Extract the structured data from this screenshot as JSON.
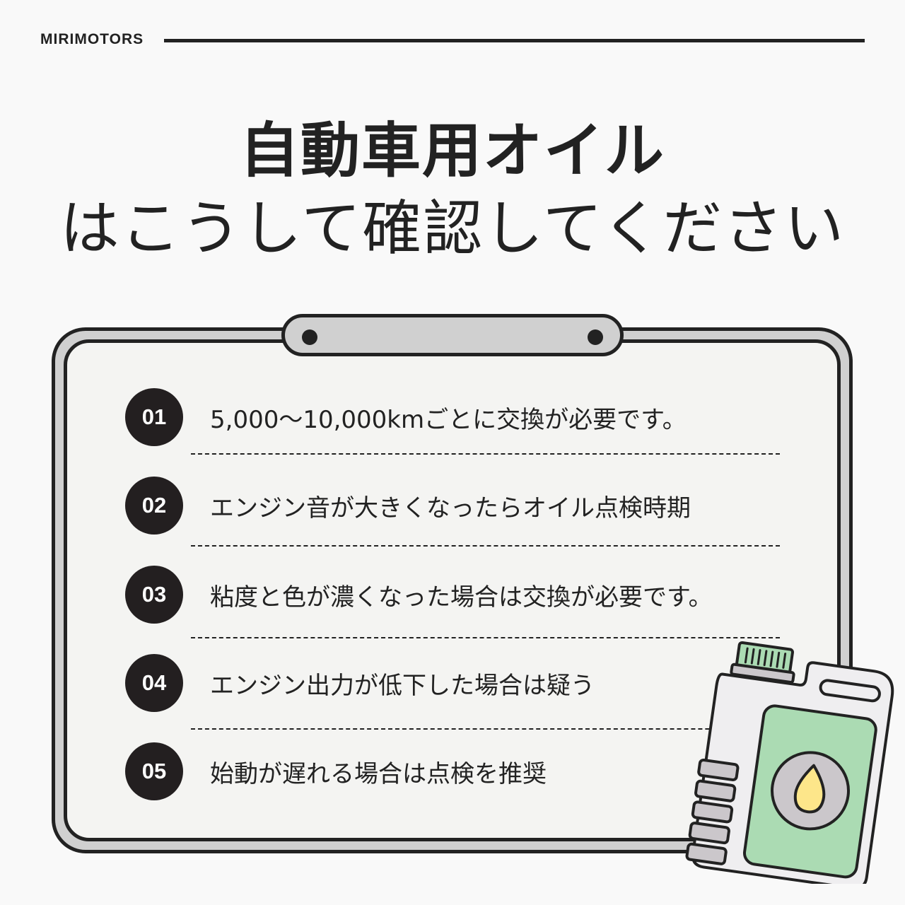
{
  "header": {
    "brand": "MIRIMOTORS"
  },
  "title": {
    "line1": "自動車用オイル",
    "line2": "はこうして確認してください"
  },
  "checklist": {
    "items": [
      {
        "number": "01",
        "text": "5,000〜10,000kmごとに交換が必要です。"
      },
      {
        "number": "02",
        "text": "エンジン音が大きくなったらオイル点検時期"
      },
      {
        "number": "03",
        "text": "粘度と色が濃くなった場合は交換が必要です。"
      },
      {
        "number": "04",
        "text": "エンジン出力が低下した場合は疑う"
      },
      {
        "number": "05",
        "text": "始動が遅れる場合は点検を推奨"
      }
    ]
  },
  "illustration": {
    "icon": "oil-can-icon",
    "colors": {
      "label": "#abdbb3",
      "cap": "#abdbb3",
      "drop": "#fde68a",
      "badge": "#cbc7cb",
      "body": "#efeef0",
      "outline": "#222222"
    }
  },
  "colors": {
    "background": "#f9f9f9",
    "board_frame": "#d0d0d0",
    "board_surface": "#f4f4f2",
    "ink": "#222222"
  }
}
